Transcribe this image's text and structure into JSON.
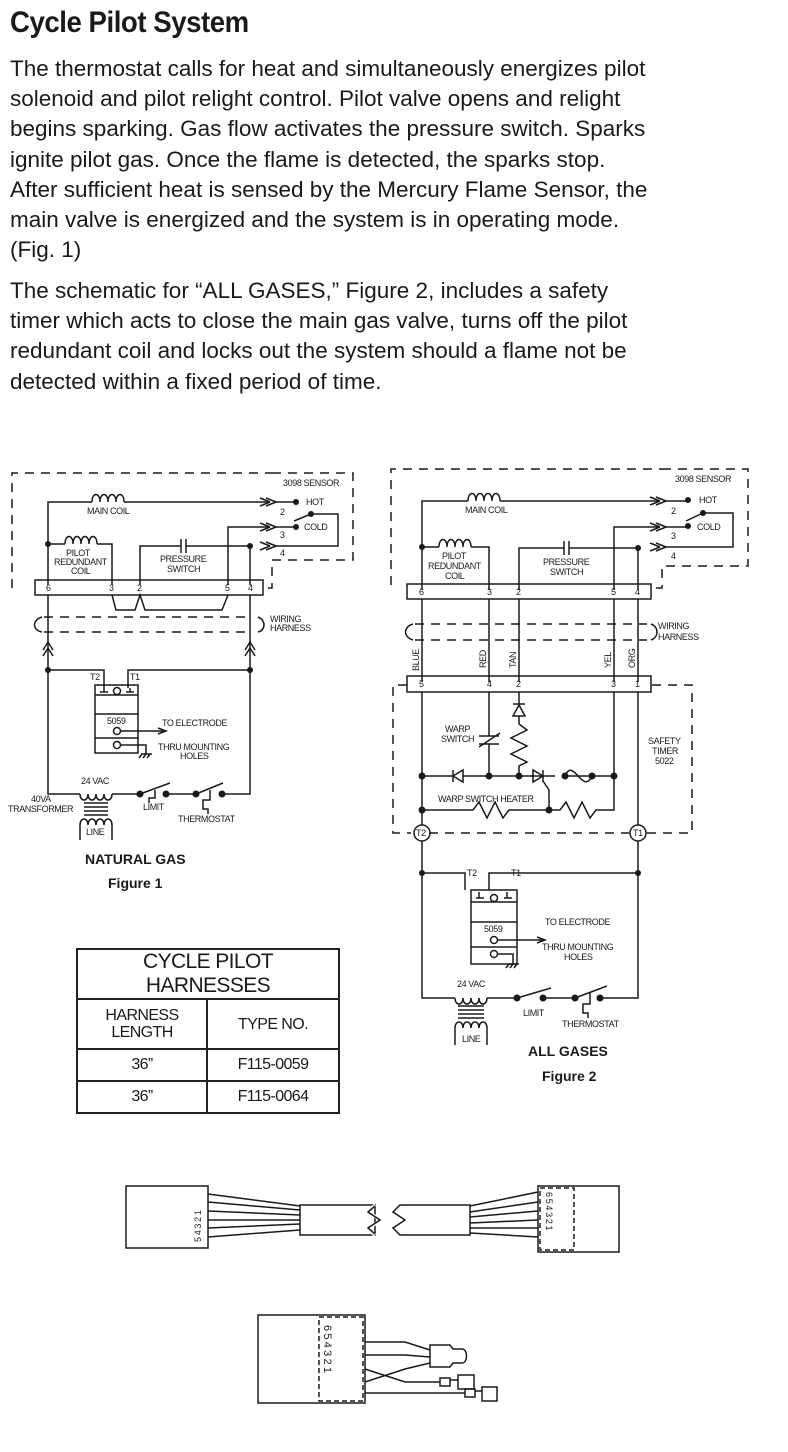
{
  "page": {
    "title": "Cycle Pilot System",
    "paragraphs": [
      "The thermostat calls for heat and simultaneously energizes pilot\nsolenoid and pilot relight control.  Pilot valve opens and relight\nbegins sparking.  Gas flow activates the pressure switch.  Sparks\nignite pilot gas.  Once the flame is detected, the sparks stop.\nAfter sufficient heat is sensed by the Mercury Flame Sensor, the\nmain valve is energized and the system is in operating mode.\n(Fig. 1)",
      "The schematic for “ALL GASES,” Figure 2, includes a safety\ntimer which acts to close the main gas valve, turns off the pilot\nredundant coil and locks out the system should a flame not be\ndetected within a fixed period of time."
    ]
  },
  "figure1": {
    "sensor_label": "3098 SENSOR",
    "hot": "HOT",
    "cold": "COLD",
    "main_coil": "MAIN COIL",
    "pilot_coil": [
      "PILOT",
      "REDUNDANT",
      "COIL"
    ],
    "pressure_switch": [
      "PRESSURE",
      "SWITCH"
    ],
    "sensor_pins": [
      "2",
      "3",
      "4"
    ],
    "terminal_numbers": [
      "6",
      "3",
      "2",
      "5",
      "4"
    ],
    "wiring_harness": [
      "WIRING",
      "HARNESS"
    ],
    "t2": "T2",
    "t1": "T1",
    "module": "5059",
    "to_electrode": "TO ELECTRODE",
    "thru_mounting": [
      "THRU MOUNTING",
      "HOLES"
    ],
    "vac": "24 VAC",
    "transformer": [
      "40VA",
      "TRANSFORMER"
    ],
    "line": "LINE",
    "limit": "LIMIT",
    "thermostat": "THERMOSTAT",
    "caption_title": "NATURAL GAS",
    "caption_figure": "Figure 1"
  },
  "figure2": {
    "sensor_label": "3098 SENSOR",
    "hot": "HOT",
    "cold": "COLD",
    "main_coil": "MAIN COIL",
    "pilot_coil": [
      "PILOT",
      "REDUNDANT",
      "COIL"
    ],
    "pressure_switch": [
      "PRESSURE",
      "SWITCH"
    ],
    "sensor_pins": [
      "2",
      "3",
      "4"
    ],
    "terminal_numbers": [
      "6",
      "3",
      "2",
      "5",
      "4"
    ],
    "wiring_harness": [
      "WIRING",
      "HARNESS"
    ],
    "wire_colors": [
      "BLUE",
      "RED",
      "TAN",
      "YEL",
      "ORG"
    ],
    "timer_terminals": [
      "5",
      "4",
      "2",
      "3",
      "1"
    ],
    "warp_switch": [
      "WARP",
      "SWITCH"
    ],
    "warp_heater": "WARP SWITCH HEATER",
    "safety_timer": [
      "SAFETY",
      "TIMER",
      "5022"
    ],
    "t2": "T2",
    "t1": "T1",
    "module": "5059",
    "to_electrode": "TO ELECTRODE",
    "thru_mounting": [
      "THRU MOUNTING",
      "HOLES"
    ],
    "vac": "24 VAC",
    "line": "LINE",
    "limit": "LIMIT",
    "thermostat": "THERMOSTAT",
    "caption_title": "ALL GASES",
    "caption_figure": "Figure 2"
  },
  "harness_table": {
    "title": "CYCLE PILOT HARNESSES",
    "headers": [
      "HARNESS\nLENGTH",
      "TYPE NO."
    ],
    "rows": [
      [
        "36”",
        "F115-0059"
      ],
      [
        "36”",
        "F115-0064"
      ]
    ]
  },
  "connector1": {
    "left_pins": "5 4 3 2 1",
    "right_pins": "6 5 4 3 2 1"
  },
  "connector2": {
    "pins": "6 5 4 3 2 1"
  }
}
